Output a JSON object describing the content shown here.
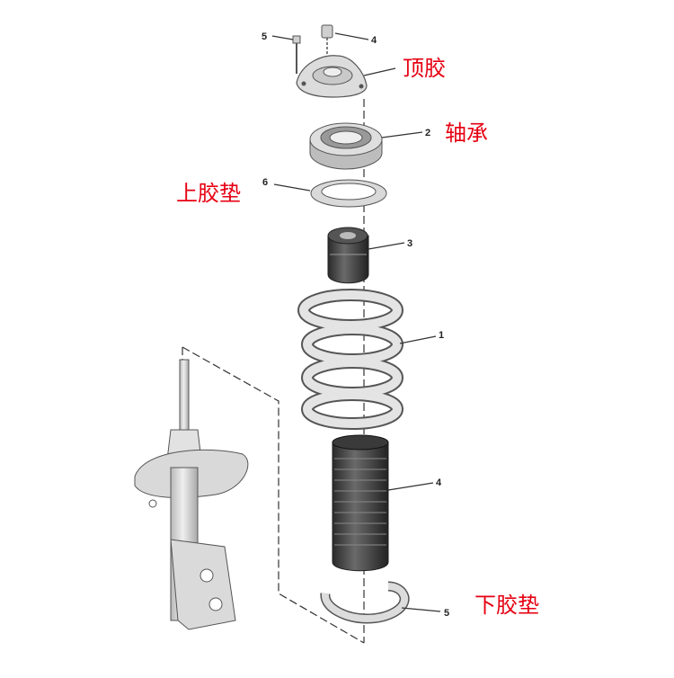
{
  "callouts": [
    {
      "id": "top-mount",
      "number": "5"
    },
    {
      "id": "top-nut",
      "number": "4"
    },
    {
      "id": "bearing",
      "number": "2"
    },
    {
      "id": "upper-pad",
      "number": "6"
    },
    {
      "id": "bump-stop",
      "number": "3"
    },
    {
      "id": "spring",
      "number": "1"
    },
    {
      "id": "dust-boot",
      "number": "4"
    },
    {
      "id": "lower-pad",
      "number": "5"
    }
  ],
  "labels": {
    "top_mount": "顶胶",
    "bearing": "轴承",
    "upper_pad": "上胶垫",
    "lower_pad": "下胶垫"
  },
  "colors": {
    "label_red": "#e60012",
    "part_fill": "#d8d8d8",
    "outline": "#555555",
    "dark_part": "#4a4a4a"
  }
}
